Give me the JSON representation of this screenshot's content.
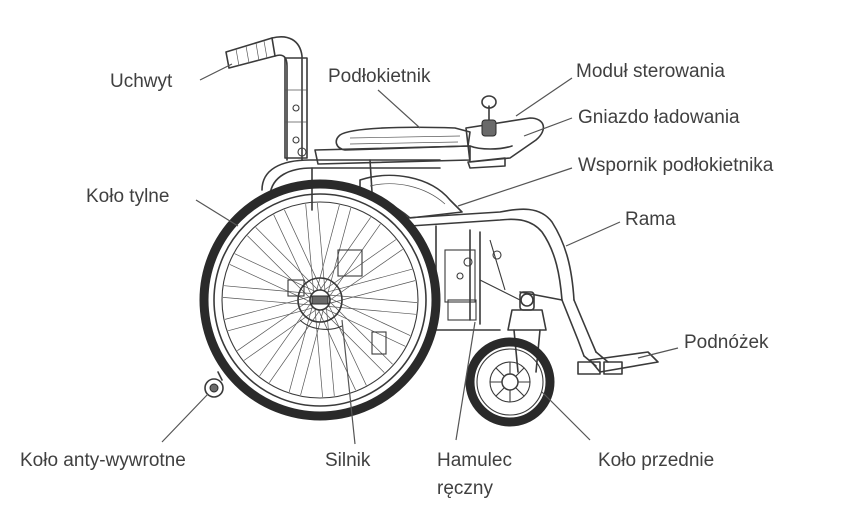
{
  "labels": {
    "handle": "Uchwyt",
    "armrest": "Podłokietnik",
    "control_module": "Moduł sterowania",
    "charging_socket": "Gniazdo ładowania",
    "armrest_support": "Wspornik podłokietnika",
    "rear_wheel": "Koło tylne",
    "frame": "Rama",
    "footrest": "Podnóżek",
    "anti_tip_wheel": "Koło anty-wywrotne",
    "motor": "Silnik",
    "hand_brake_line1": "Hamulec",
    "hand_brake_line2": "ręczny",
    "front_wheel": "Koło przednie"
  }
}
